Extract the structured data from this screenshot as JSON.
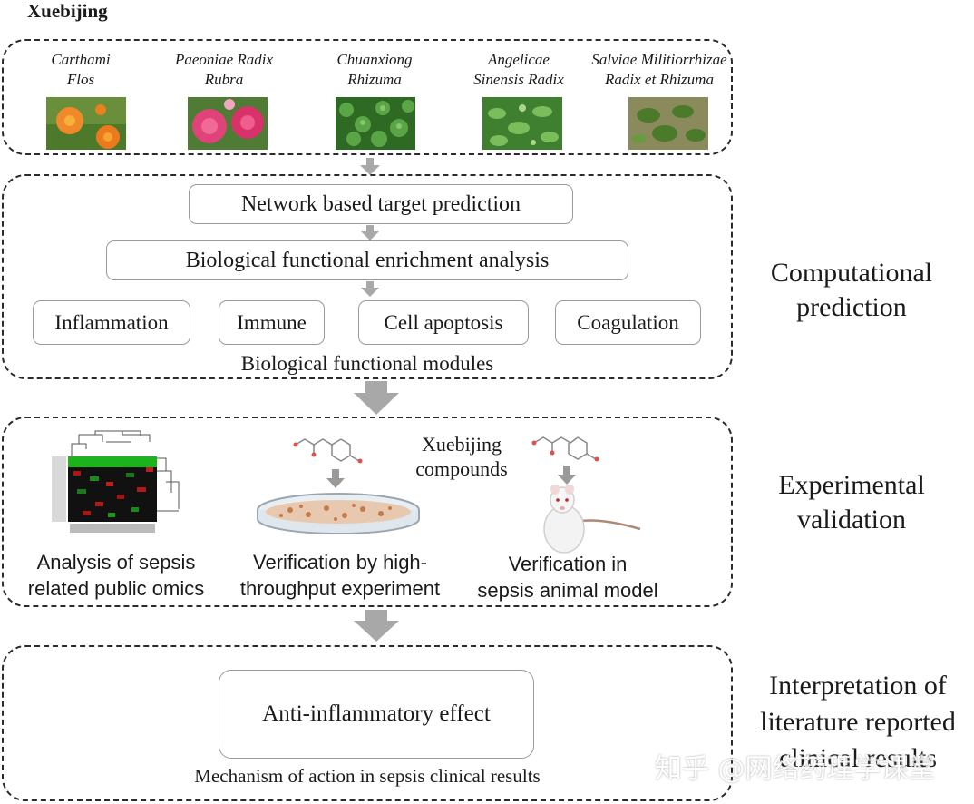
{
  "title": "Xuebijing",
  "herbs": [
    {
      "name_line1": "Carthami",
      "name_line2": "Flos",
      "icon": "safflower-photo",
      "color": "#e8821e"
    },
    {
      "name_line1": "Paeoniae Radix",
      "name_line2": "Rubra",
      "icon": "peony-photo",
      "color": "#d8326a"
    },
    {
      "name_line1": "Chuanxiong",
      "name_line2": "Rhizuma",
      "icon": "chuanxiong-plant-photo",
      "color": "#3f8a2f"
    },
    {
      "name_line1": "Angelicae",
      "name_line2": "Sinensis Radix",
      "icon": "angelica-plant-photo",
      "color": "#4f9a3a"
    },
    {
      "name_line1": "Salviae Militiorrhizae",
      "name_line2": "Radix et Rhizuma",
      "icon": "salvia-plant-photo",
      "color": "#5c7a35"
    }
  ],
  "computational": {
    "step1": "Network based target prediction",
    "step2": "Biological functional enrichment analysis",
    "modules": [
      "Inflammation",
      "Immune",
      "Cell apoptosis",
      "Coagulation"
    ],
    "modules_caption": "Biological functional modules",
    "side_label_line1": "Computational",
    "side_label_line2": "prediction"
  },
  "experimental": {
    "compounds_label_line1": "Xuebijing",
    "compounds_label_line2": "compounds",
    "item1_line1": "Analysis of sepsis",
    "item1_line2": "related public omics",
    "item2_line1": "Verification by high-",
    "item2_line2": "throughput experiment",
    "item3_line1": "Verification in",
    "item3_line2": "sepsis animal model",
    "side_label_line1": "Experimental",
    "side_label_line2": "validation"
  },
  "interpretation": {
    "effect": "Anti-inflammatory effect",
    "caption": "Mechanism of action in sepsis clinical results",
    "side_label_line1": "Interpretation of",
    "side_label_line2": "literature reported",
    "side_label_line3": "clinical results"
  },
  "watermark": "知乎 @网络药理学课堂",
  "colors": {
    "arrow": "#a8a8a8",
    "box_border": "#9a9a9a",
    "dash": "#2b2b2b"
  }
}
